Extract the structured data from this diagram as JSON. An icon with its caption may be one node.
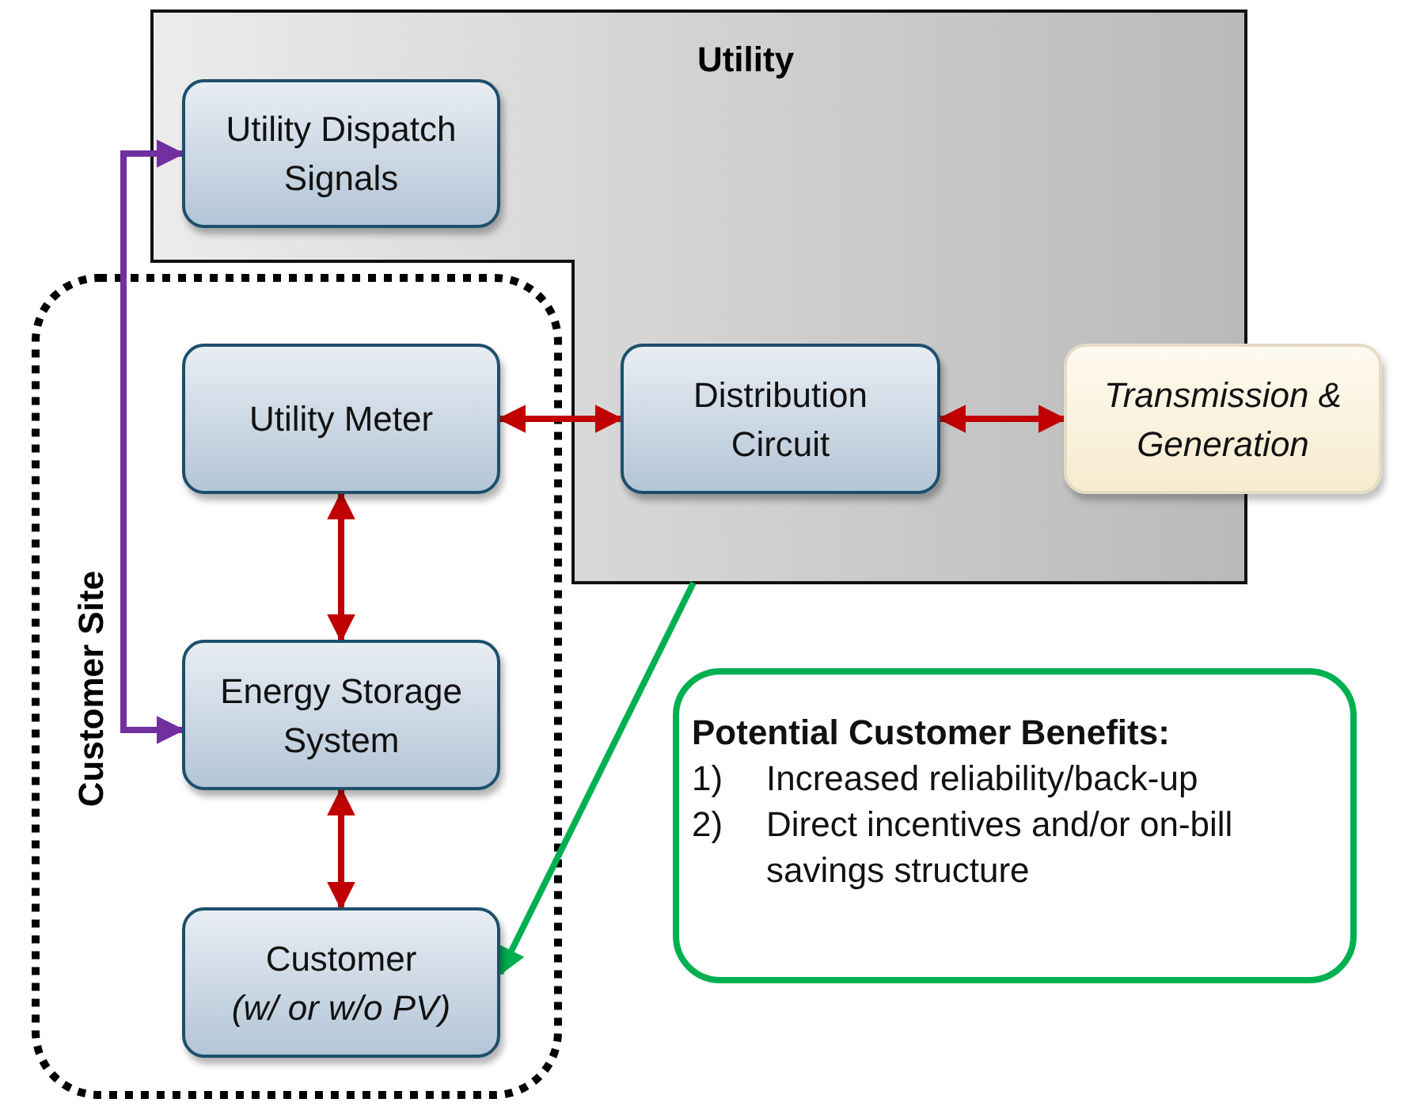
{
  "diagram": {
    "nodes": [
      {
        "text": [
          "Utility"
        ]
      },
      {
        "text": [
          "Utility Dispatch Signals"
        ],
        "in": 0
      },
      {
        "text": [
          "Customer Site"
        ]
      },
      {
        "text": [
          "Utility Meter"
        ],
        "in": 2
      },
      {
        "text": [
          "Distribution Circuit"
        ],
        "in": 0
      },
      {
        "text": [
          "Transmission & Generation"
        ]
      },
      {
        "text": [
          "Energy Storage System"
        ],
        "in": 2
      },
      {
        "text": [
          "Customer",
          "(w/ or w/o PV)"
        ],
        "in": 2
      },
      {
        "text": [
          "Potential Customer Benefits:",
          "1)",
          "Increased reliability/back-up",
          "2)",
          "Direct incentives and/or on-bill savings structure"
        ]
      }
    ],
    "edges": [
      {
        "from": 1,
        "to": 6,
        "arrow": "both",
        "color": "#7030a0"
      },
      {
        "from": 3,
        "to": 4,
        "arrow": "both"
      },
      {
        "from": 4,
        "to": 5,
        "arrow": "both"
      },
      {
        "from": 3,
        "to": 6,
        "arrow": "both"
      },
      {
        "from": 6,
        "to": 7,
        "arrow": "both"
      },
      {
        "from": 0,
        "to": 7,
        "arrow": "to",
        "color": "#00b050"
      }
    ]
  }
}
